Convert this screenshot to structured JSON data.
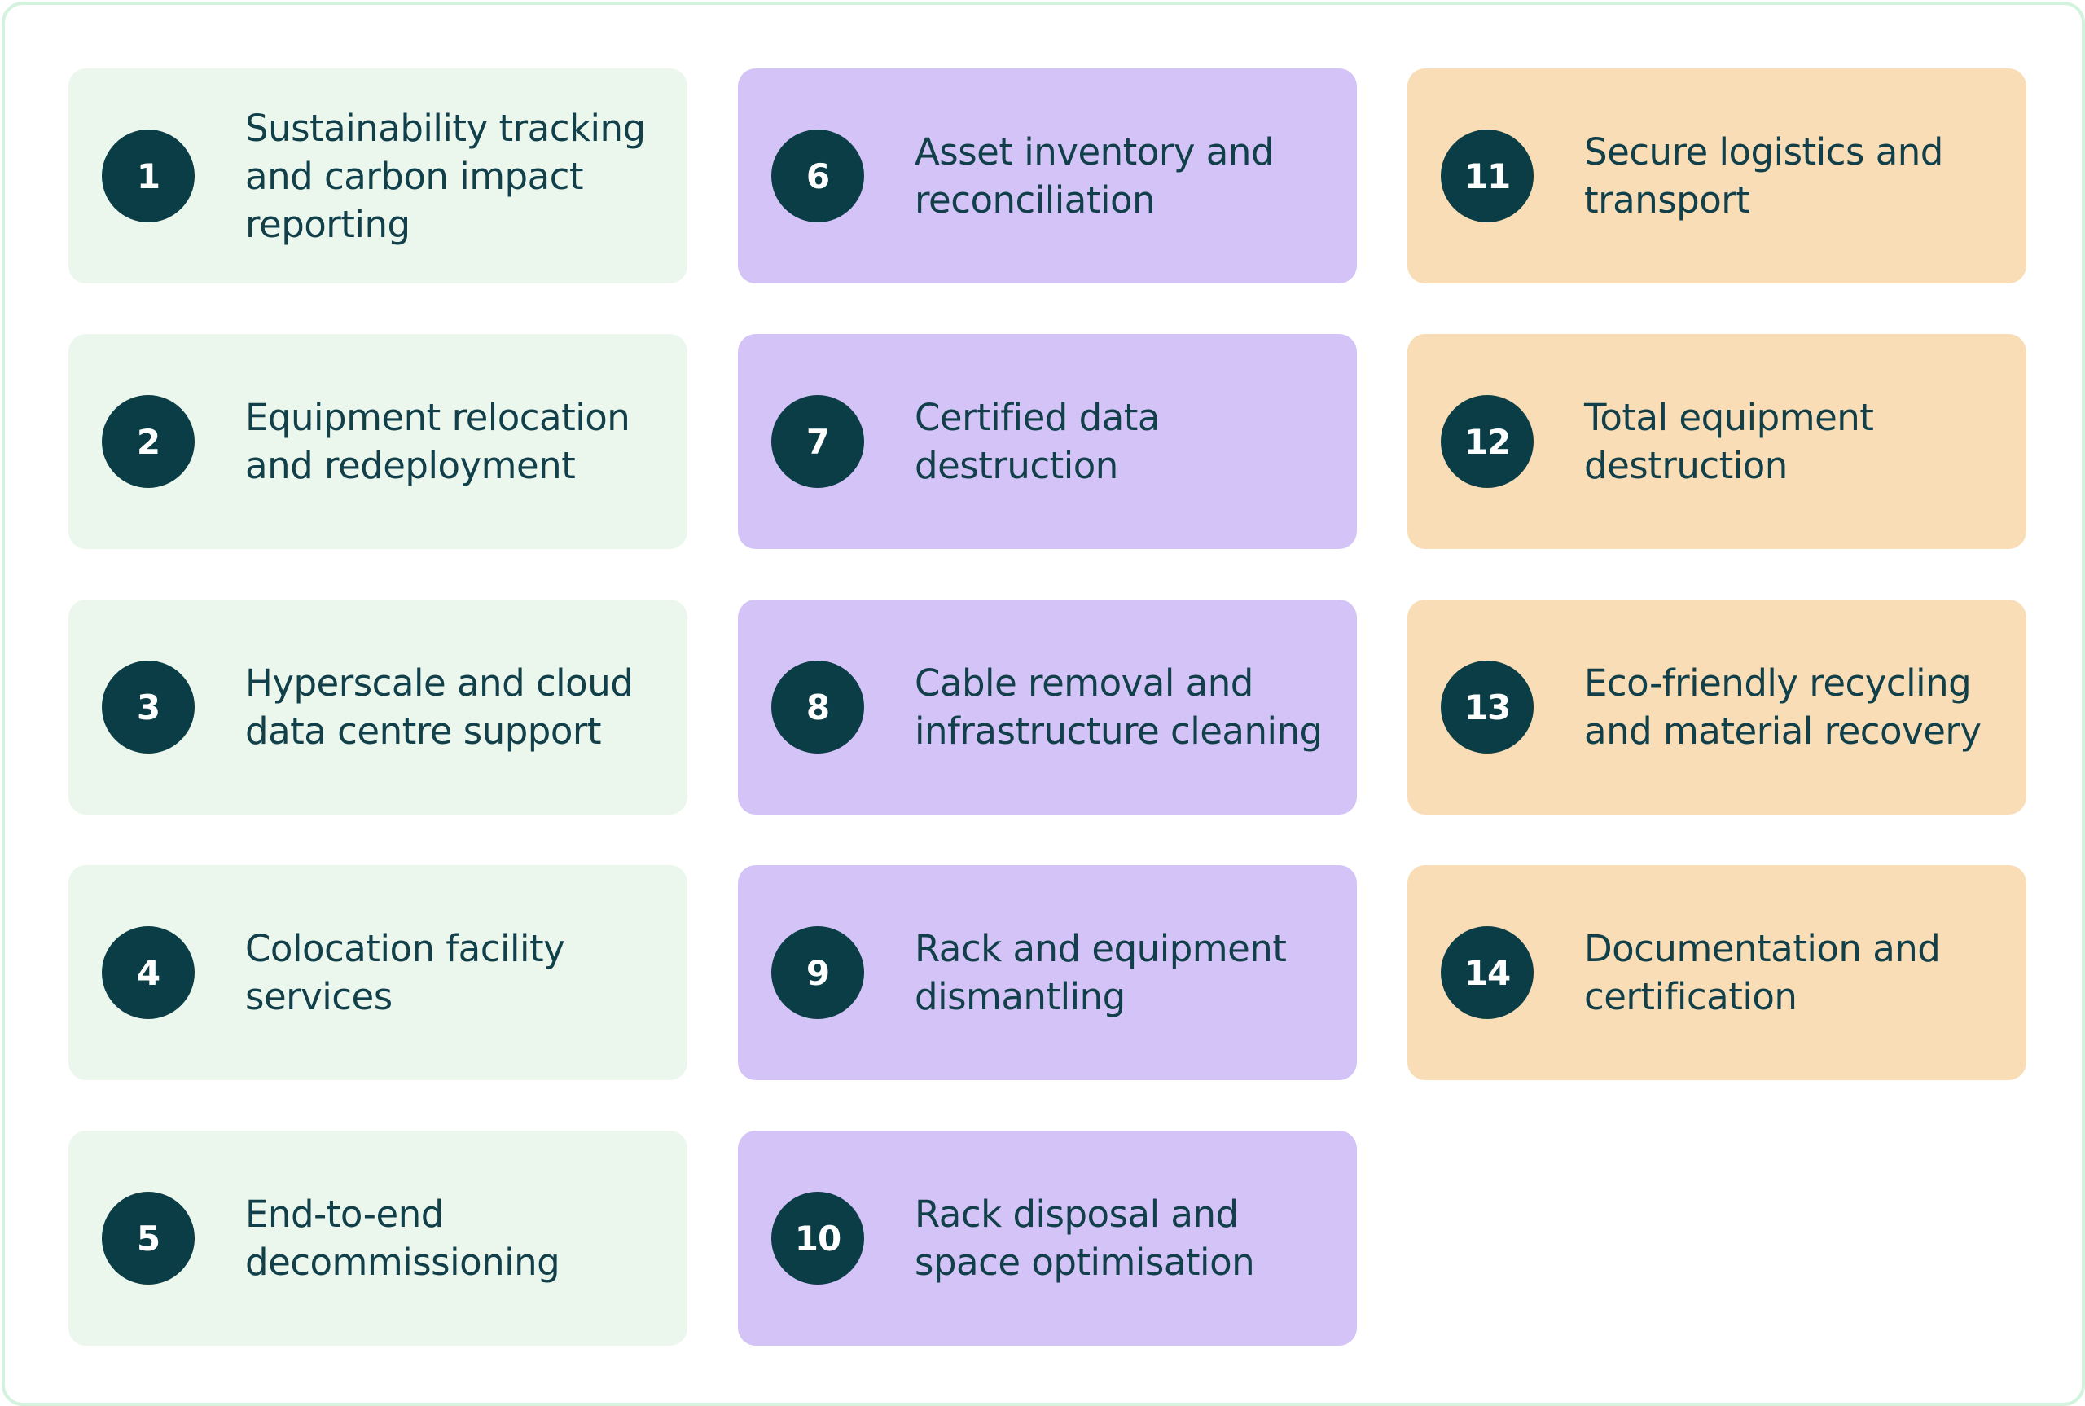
{
  "services": [
    {
      "number": "1",
      "text": "Sustainability tracking and carbon impact reporting"
    },
    {
      "number": "2",
      "text": "Equipment relocation and redeployment"
    },
    {
      "number": "3",
      "text": "Hyperscale and cloud data centre support"
    },
    {
      "number": "4",
      "text": "Colocation facility services"
    },
    {
      "number": "5",
      "text": "End-to-end decommissioning"
    },
    {
      "number": "6",
      "text": "Asset inventory and reconciliation"
    },
    {
      "number": "7",
      "text": "Certified data destruction"
    },
    {
      "number": "8",
      "text": "Cable removal and infrastructure cleaning"
    },
    {
      "number": "9",
      "text": "Rack and equipment dismantling"
    },
    {
      "number": "10",
      "text": "Rack disposal and space optimisation"
    },
    {
      "number": "11",
      "text": "Secure logistics and transport"
    },
    {
      "number": "12",
      "text": "Total equipment destruction"
    },
    {
      "number": "13",
      "text": "Eco-friendly recycling and material recovery"
    },
    {
      "number": "14",
      "text": "Documentation and certification"
    }
  ],
  "colors": {
    "column_1": "#ebf6ec",
    "column_2": "#d4c3f7",
    "column_3": "#f8ddb6",
    "badge": "#0a3d45",
    "text": "#12404a",
    "border": "#d3f3df"
  }
}
